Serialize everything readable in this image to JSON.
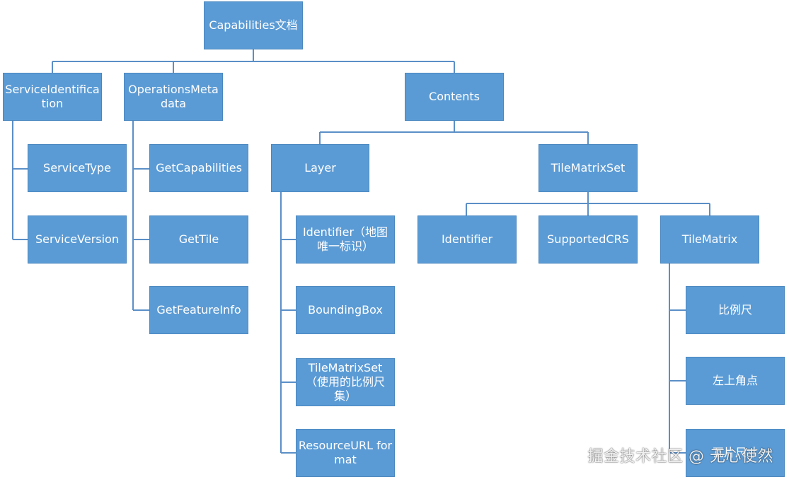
{
  "diagram": {
    "nodes": {
      "root": "Capabilities文档",
      "service_identification": "ServiceIdentification",
      "operations_metadata": "OperationsMetadata",
      "contents": "Contents",
      "service_type": "ServiceType",
      "service_version": "ServiceVersion",
      "get_capabilities": "GetCapabilities",
      "get_tile": "GetTile",
      "get_feature_info": "GetFeatureInfo",
      "layer": "Layer",
      "tile_matrix_set": "TileMatrixSet",
      "layer_identifier": "Identifier（地图唯一标识）",
      "bounding_box": "BoundingBox",
      "layer_tile_matrix_set": "TileMatrixSet（使用的比例尺集）",
      "resource_url": "ResourceURL format",
      "tms_identifier": "Identifier",
      "supported_crs": "SupportedCRS",
      "tile_matrix": "TileMatrix",
      "scale": "比例尺",
      "top_left_corner": "左上角点",
      "tile_size": "瓦片尺寸"
    },
    "edges": [
      [
        "root",
        "service_identification"
      ],
      [
        "root",
        "operations_metadata"
      ],
      [
        "root",
        "contents"
      ],
      [
        "service_identification",
        "service_type"
      ],
      [
        "service_identification",
        "service_version"
      ],
      [
        "operations_metadata",
        "get_capabilities"
      ],
      [
        "operations_metadata",
        "get_tile"
      ],
      [
        "operations_metadata",
        "get_feature_info"
      ],
      [
        "contents",
        "layer"
      ],
      [
        "contents",
        "tile_matrix_set"
      ],
      [
        "layer",
        "layer_identifier"
      ],
      [
        "layer",
        "bounding_box"
      ],
      [
        "layer",
        "layer_tile_matrix_set"
      ],
      [
        "layer",
        "resource_url"
      ],
      [
        "tile_matrix_set",
        "tms_identifier"
      ],
      [
        "tile_matrix_set",
        "supported_crs"
      ],
      [
        "tile_matrix_set",
        "tile_matrix"
      ],
      [
        "tile_matrix",
        "scale"
      ],
      [
        "tile_matrix",
        "top_left_corner"
      ],
      [
        "tile_matrix",
        "tile_size"
      ]
    ],
    "colors": {
      "box_fill": "#5b9bd5",
      "box_text": "#ffffff",
      "connector": "#5b8fc7"
    }
  },
  "watermark": "掘金技术社区 @ 无心使然"
}
